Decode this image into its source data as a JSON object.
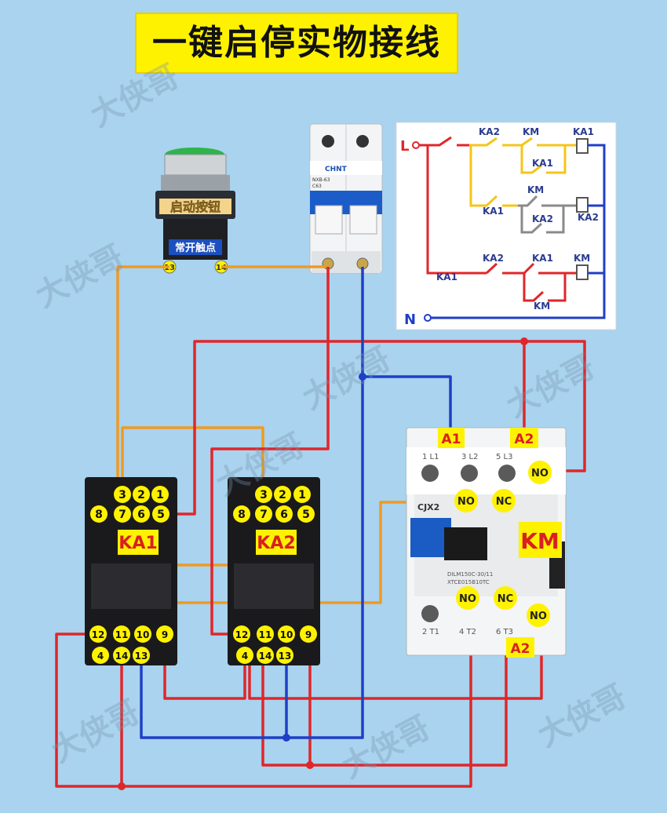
{
  "title": "一键启停实物接线",
  "watermark": "大侠哥",
  "button": {
    "label": "启动按钮",
    "contact": "常开触点",
    "terminals": [
      "13",
      "14"
    ]
  },
  "breaker": {
    "brand": "CHNT",
    "model": "NXB-63",
    "rating": "C63"
  },
  "schematic": {
    "L": "L",
    "N": "N",
    "labels": [
      "KA2",
      "KM",
      "KA1",
      "KA1",
      "KA1",
      "KM",
      "KA2",
      "KA2",
      "KA1",
      "KA2",
      "KA1",
      "KM",
      "KM"
    ]
  },
  "ka1": {
    "name": "KA1",
    "top_row": [
      "3",
      "2",
      "1"
    ],
    "mid_row": [
      "8",
      "7",
      "6",
      "5"
    ],
    "bot_row1": [
      "12",
      "11",
      "10",
      "9"
    ],
    "bot_row2": [
      "4",
      "14",
      "13"
    ]
  },
  "ka2": {
    "name": "KA2",
    "top_row": [
      "3",
      "2",
      "1"
    ],
    "mid_row": [
      "8",
      "7",
      "6",
      "5"
    ],
    "bot_row1": [
      "12",
      "11",
      "10",
      "9"
    ],
    "bot_row2": [
      "4",
      "14",
      "13"
    ]
  },
  "km": {
    "name": "KM",
    "a1": "A1",
    "a2_top": "A2",
    "a2_bottom": "A2",
    "no": "NO",
    "nc": "NC",
    "plate": "CJX2",
    "top_terminals": [
      "1 L1",
      "3 L2",
      "5 L3"
    ],
    "bottom_terminals": [
      "2 T1",
      "4 T2",
      "6 T3"
    ],
    "model_text": "DILM150C-30/11",
    "model_text2": "XTCE015B10TC"
  },
  "colors": {
    "background": "#a9d3ee",
    "red": "#e0262a",
    "blue": "#1f3fc7",
    "orange": "#f09a20",
    "yellow_label": "#fff200",
    "gray": "#8a8a8a"
  }
}
